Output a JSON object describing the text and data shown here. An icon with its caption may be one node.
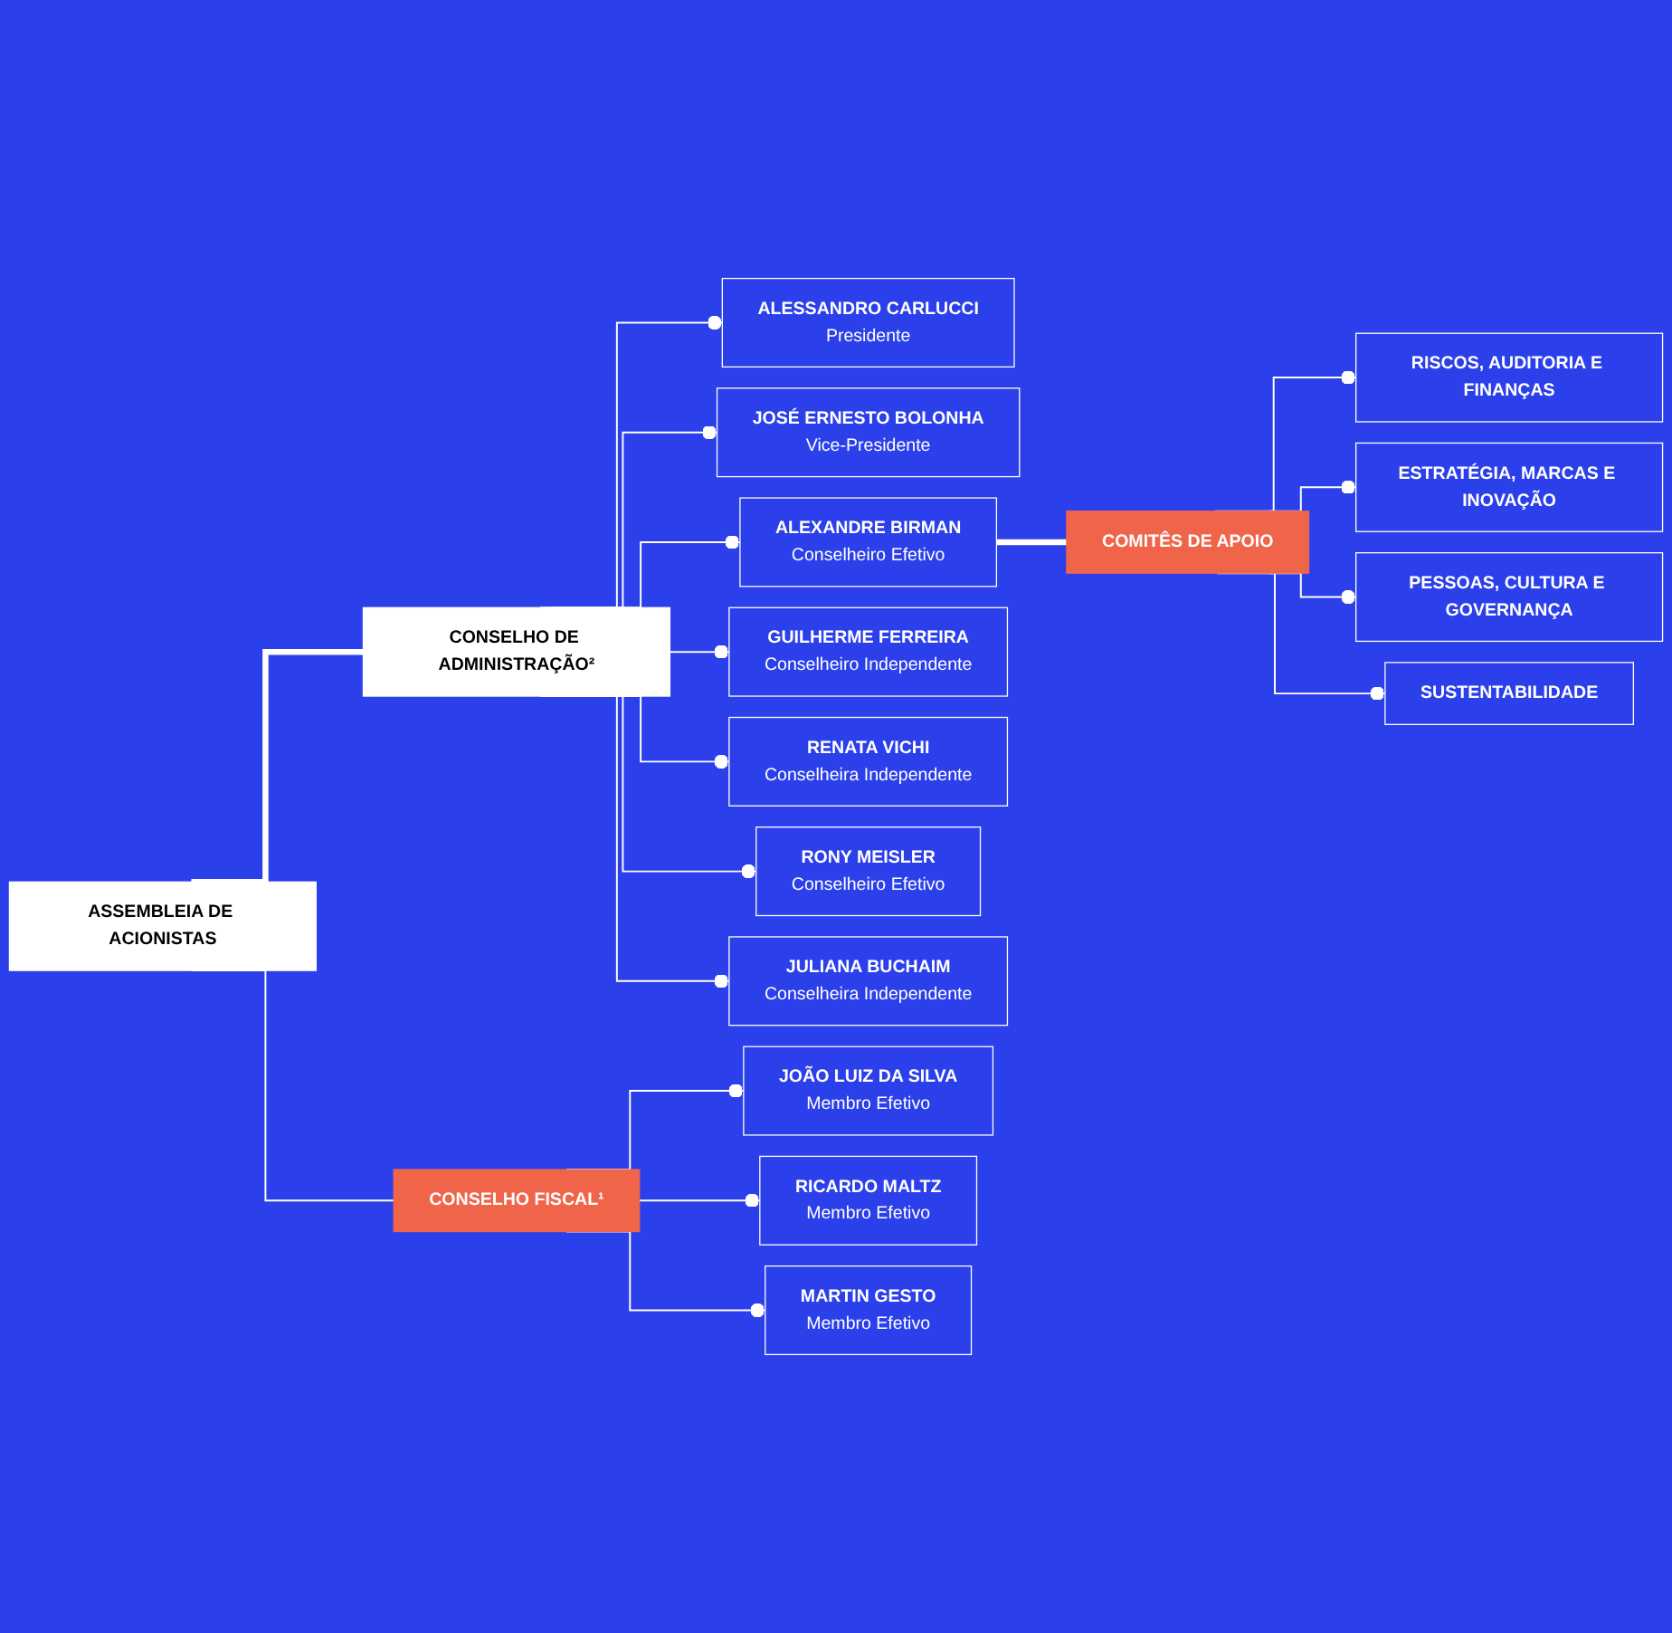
{
  "diagram": {
    "nodes": [
      {
        "text": [
          "ASSEMBLEIA DE ACIONISTAS"
        ]
      },
      {
        "text": [
          "CONSELHO DE ADMINISTRAÇÃO²"
        ]
      },
      {
        "text": [
          "ALESSANDRO CARLUCCI",
          "Presidente"
        ]
      },
      {
        "text": [
          "JOSÉ ERNESTO BOLONHA",
          "Vice-Presidente"
        ]
      },
      {
        "text": [
          "ALEXANDRE BIRMAN",
          "Conselheiro Efetivo"
        ]
      },
      {
        "text": [
          "GUILHERME FERREIRA",
          "Conselheiro Independente"
        ]
      },
      {
        "text": [
          "RENATA VICHI",
          "Conselheira Independente"
        ]
      },
      {
        "text": [
          "RONY MEISLER",
          "Conselheiro Efetivo"
        ]
      },
      {
        "text": [
          "JULIANA BUCHAIM",
          "Conselheira Independente"
        ]
      },
      {
        "text": [
          "COMITÊS DE APOIO"
        ]
      },
      {
        "text": [
          "RISCOS, AUDITORIA E FINANÇAS"
        ]
      },
      {
        "text": [
          "ESTRATÉGIA, MARCAS E INOVAÇÃO"
        ]
      },
      {
        "text": [
          "PESSOAS, CULTURA E GOVERNANÇA"
        ]
      },
      {
        "text": [
          "SUSTENTABILIDADE"
        ]
      },
      {
        "text": [
          "CONSELHO FISCAL¹"
        ]
      },
      {
        "text": [
          "JOÃO LUIZ DA SILVA",
          "Membro Efetivo"
        ]
      },
      {
        "text": [
          "RICARDO MALTZ",
          "Membro Efetivo"
        ]
      },
      {
        "text": [
          "MARTIN GESTO",
          "Membro Efetivo"
        ]
      }
    ],
    "edges": [
      {
        "from": 0,
        "to": 1,
        "arrow": "none",
        "style": "thick"
      },
      {
        "from": 1,
        "to": 2,
        "arrow": "other"
      },
      {
        "from": 1,
        "to": 3,
        "arrow": "other"
      },
      {
        "from": 1,
        "to": 4,
        "arrow": "other"
      },
      {
        "from": 1,
        "to": 5,
        "arrow": "other"
      },
      {
        "from": 1,
        "to": 6,
        "arrow": "other"
      },
      {
        "from": 1,
        "to": 7,
        "arrow": "other"
      },
      {
        "from": 1,
        "to": 8,
        "arrow": "other"
      },
      {
        "from": 4,
        "to": 9,
        "arrow": "none",
        "style": "thick"
      },
      {
        "from": 9,
        "to": 10,
        "arrow": "other"
      },
      {
        "from": 9,
        "to": 11,
        "arrow": "other"
      },
      {
        "from": 9,
        "to": 12,
        "arrow": "other"
      },
      {
        "from": 9,
        "to": 13,
        "arrow": "other"
      },
      {
        "from": 0,
        "to": 14,
        "arrow": "none"
      },
      {
        "from": 14,
        "to": 15,
        "arrow": "other"
      },
      {
        "from": 14,
        "to": 16,
        "arrow": "other"
      },
      {
        "from": 14,
        "to": 17,
        "arrow": "other"
      }
    ]
  }
}
